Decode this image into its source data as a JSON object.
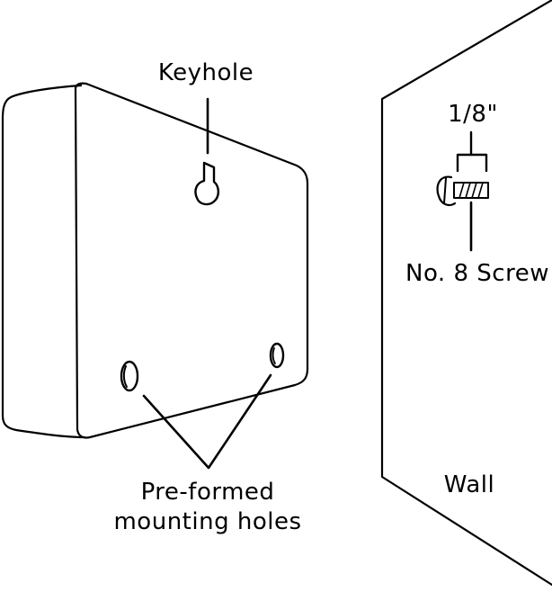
{
  "labels": {
    "keyhole": "Keyhole",
    "dimension": "1/8\"",
    "screw": "No. 8 Screw",
    "holes_line1": "Pre-formed",
    "holes_line2": "mounting holes",
    "wall": "Wall"
  },
  "colors": {
    "ink": "#000000",
    "background": "#ffffff"
  }
}
